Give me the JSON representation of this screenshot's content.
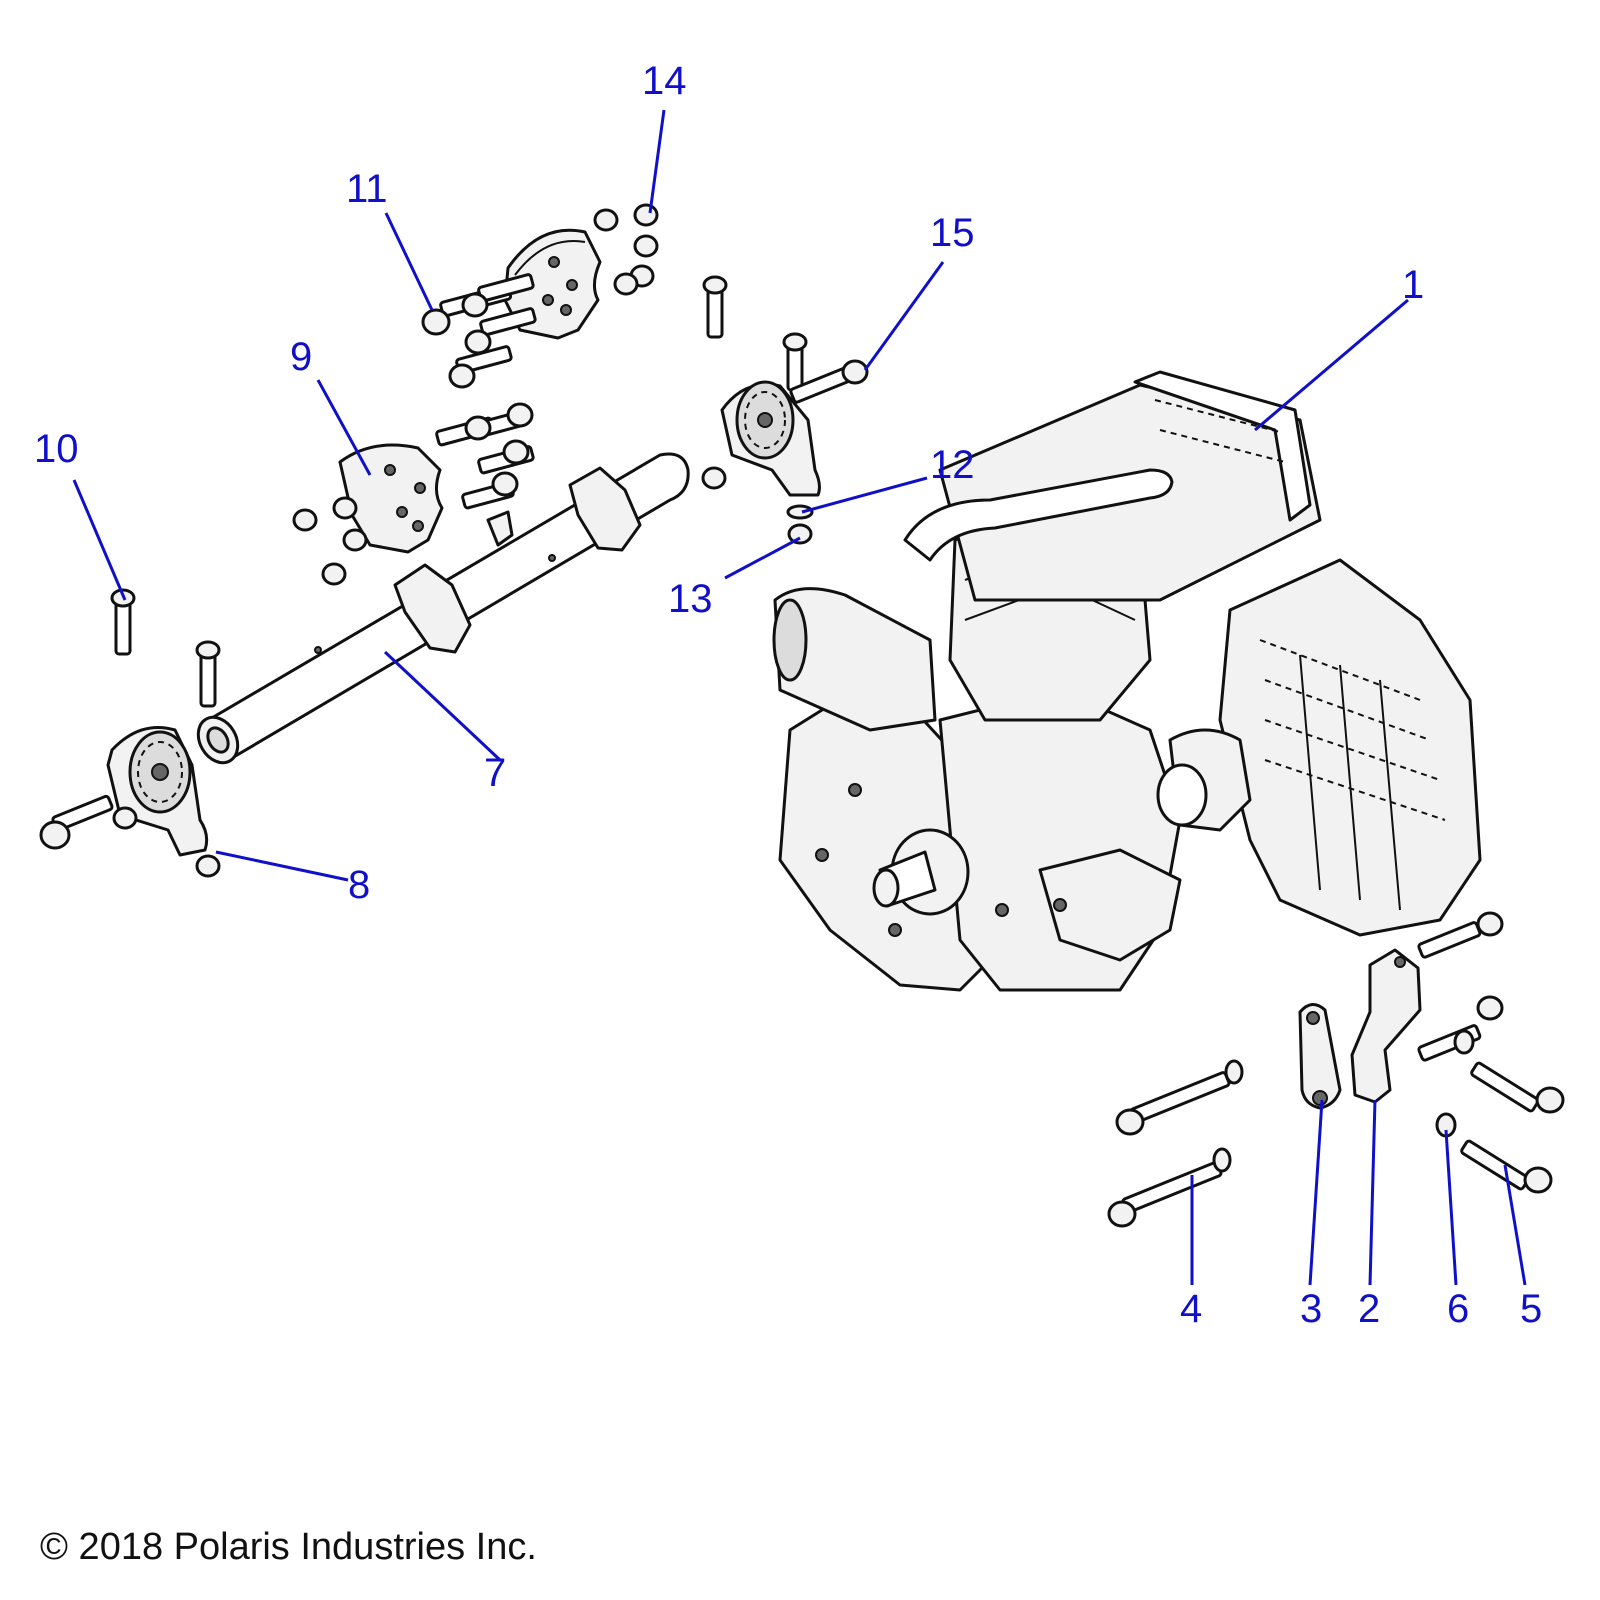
{
  "diagram": {
    "callouts": {
      "c1": "1",
      "c2": "2",
      "c3": "3",
      "c4": "4",
      "c5": "5",
      "c6": "6",
      "c7": "7",
      "c8": "8",
      "c9": "9",
      "c10": "10",
      "c11": "11",
      "c12": "12",
      "c13": "13",
      "c14": "14",
      "c15": "15"
    },
    "callout_color": "#1010c8"
  },
  "footer": {
    "copyright": "© 2018 Polaris Industries Inc."
  }
}
